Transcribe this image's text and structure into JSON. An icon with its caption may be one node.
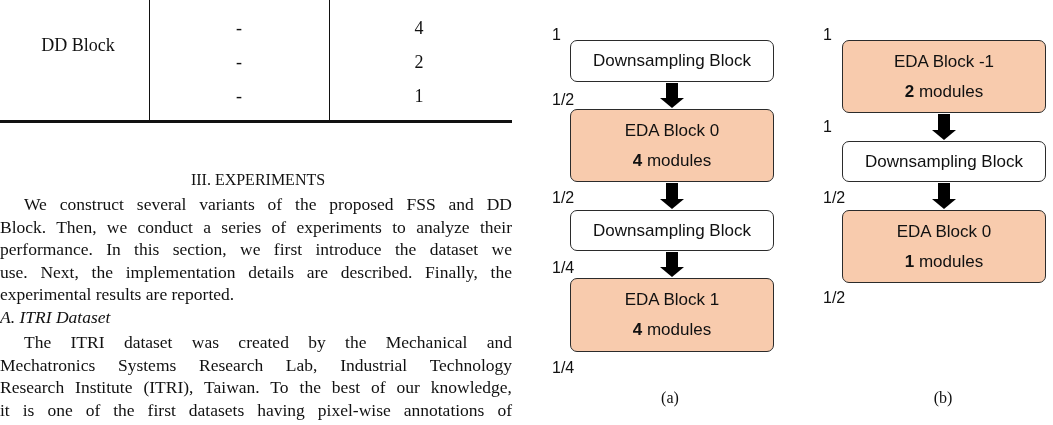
{
  "diagram": {
    "nodes": [
      {
        "text": [
          "Downsampling Block"
        ]
      },
      {
        "text": [
          "EDA Block 0",
          "**4** modules"
        ]
      },
      {
        "text": [
          "Downsampling Block"
        ]
      },
      {
        "text": [
          "EDA Block 1",
          "**4** modules"
        ]
      },
      {
        "text": [
          "EDA Block -1",
          "**2** modules"
        ]
      },
      {
        "text": [
          "Downsampling Block"
        ]
      },
      {
        "text": [
          "EDA Block 0",
          "**1** modules"
        ]
      }
    ],
    "edges": [
      {
        "from": 0,
        "to": 1,
        "arrow": "to"
      },
      {
        "from": 1,
        "to": 2,
        "arrow": "to"
      },
      {
        "from": 2,
        "to": 3,
        "arrow": "to"
      },
      {
        "from": 4,
        "to": 5,
        "arrow": "to"
      },
      {
        "from": 5,
        "to": 6,
        "arrow": "to"
      }
    ],
    "labels": [
      "DD Block",
      "-",
      "4",
      "-",
      "2",
      "-",
      "1",
      "III. EXPERIMENTS",
      "We construct several variants of the proposed FSS and DD Block. Then, we conduct a series of experiments to analyze their performance. In this section, we first introduce the dataset we use. Next, the implementation details are described. Finally, the experimental results are reported.",
      "A. ITRI Dataset",
      "The ITRI dataset was created by the Mechanical and Mechatronics Systems Research Lab, Industrial Technology Research Institute (ITRI), Taiwan. To the best of our knowledge, it is one of the first datasets having pixel-wise annotations of",
      "1",
      "1/2",
      "1/2",
      "1/4",
      "1/4",
      "(a)",
      "1",
      "1",
      "1/2",
      "1/2",
      "(b)"
    ]
  }
}
